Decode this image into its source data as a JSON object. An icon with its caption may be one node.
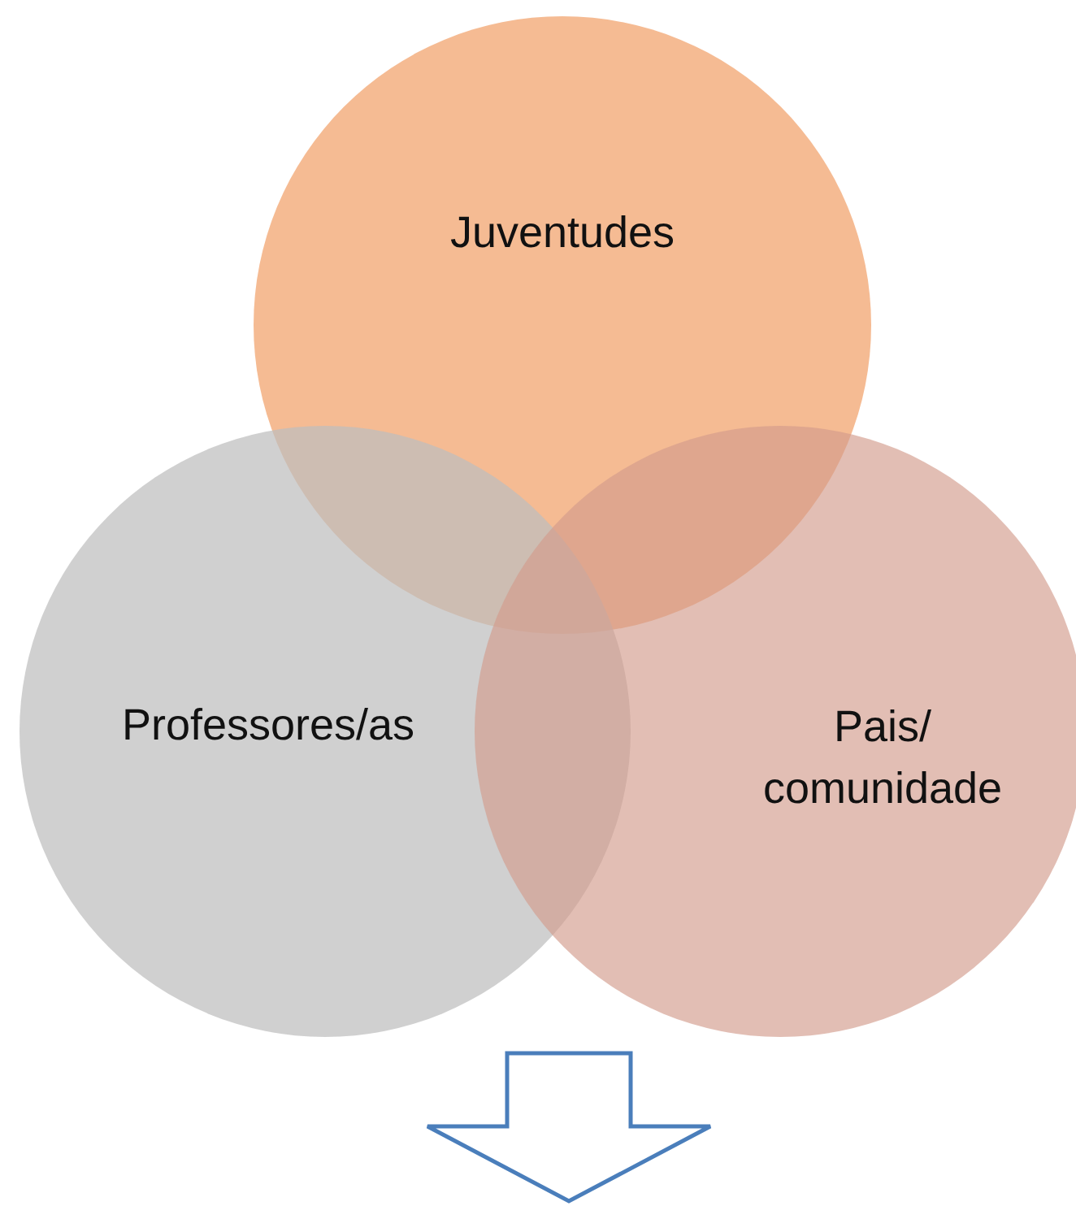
{
  "diagram": {
    "nodes": [
      {
        "text": [
          "Juventudes"
        ]
      },
      {
        "text": [
          "Professores/as"
        ]
      },
      {
        "text": [
          "Pais/ comunidade"
        ]
      }
    ]
  }
}
